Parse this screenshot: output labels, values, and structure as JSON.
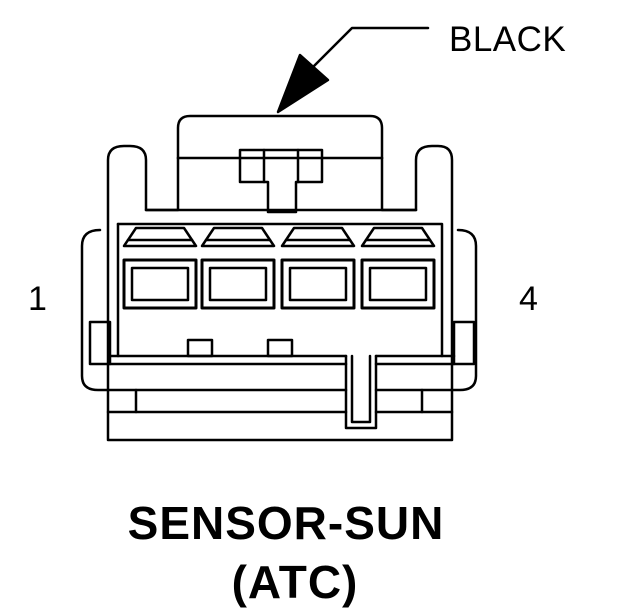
{
  "callout": {
    "color_label": "BLACK"
  },
  "pins": {
    "left_label": "1",
    "right_label": "4",
    "cavity_count": 4
  },
  "title": {
    "line1": "SENSOR-SUN",
    "line2": "(ATC)"
  },
  "colors": {
    "ink": "#000000",
    "background": "#ffffff"
  }
}
